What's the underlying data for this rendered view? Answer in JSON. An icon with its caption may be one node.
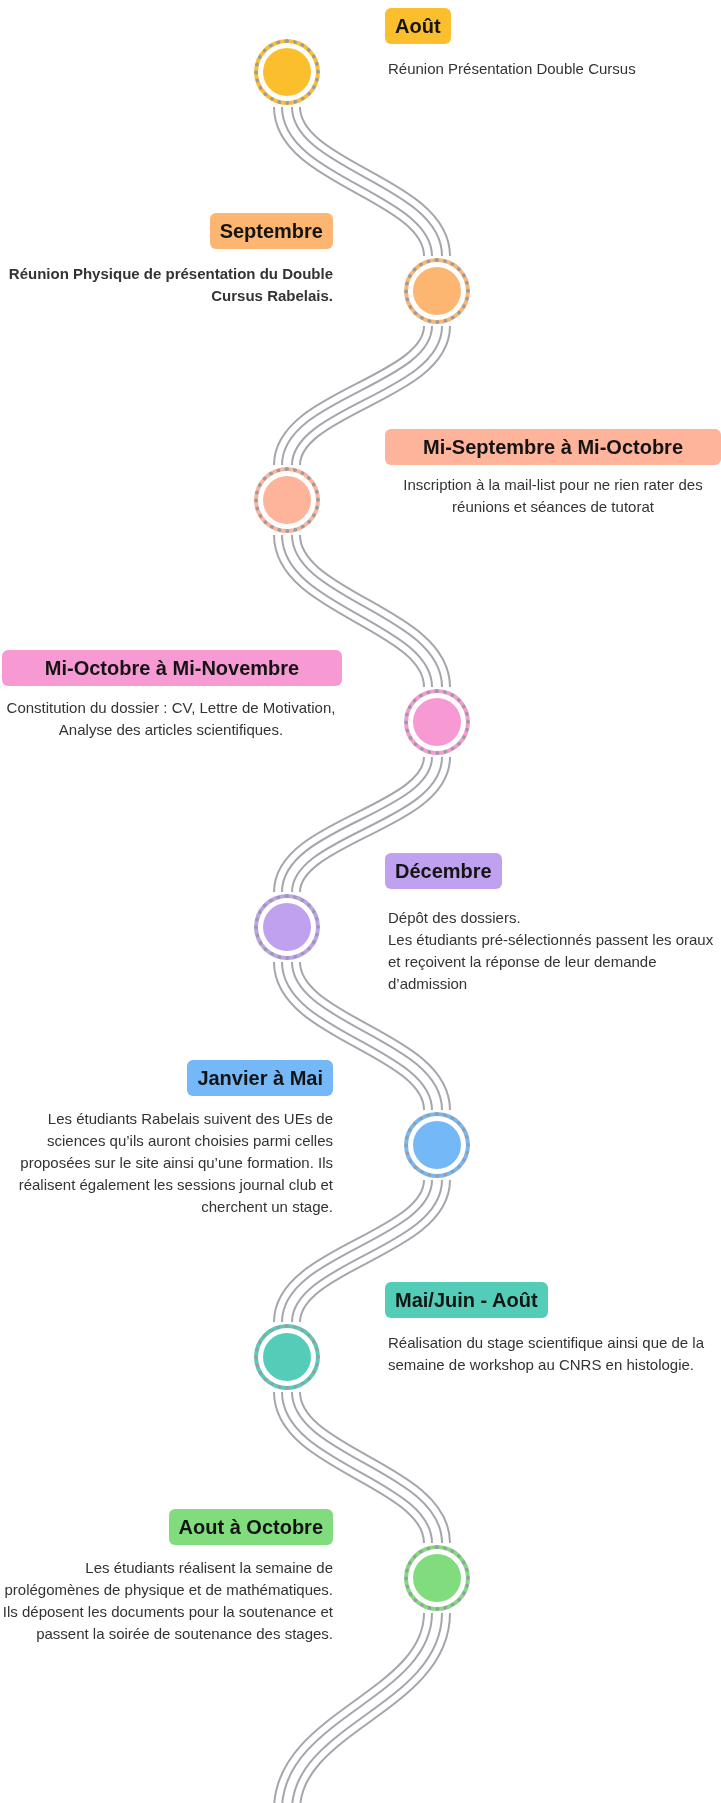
{
  "diagram": {
    "nodes": [
      {
        "text": [
          "Août"
        ],
        "beside": [
          "Réunion Présentation Double Cursus"
        ]
      },
      {
        "text": [],
        "shape": "circle"
      },
      {
        "text": [
          "Septembre"
        ],
        "beside": [
          "Réunion Physique de présentation du Double Cursus Rabelais."
        ]
      },
      {
        "text": [],
        "shape": "circle"
      },
      {
        "text": [
          "Mi-Septembre à Mi-Octobre"
        ],
        "beside": [
          "Inscription à la mail-list pour ne rien rater des réunions et séances de tutorat"
        ]
      },
      {
        "text": [],
        "shape": "circle"
      },
      {
        "text": [
          "Mi-Octobre à Mi-Novembre"
        ],
        "beside": [
          "Constitution du dossier : CV, Lettre de Motivation, Analyse des articles scientifiques."
        ]
      },
      {
        "text": [],
        "shape": "circle"
      },
      {
        "text": [
          "Décembre"
        ],
        "beside": [
          "Dépôt des dossiers.",
          "Les étudiants pré-sélectionnés passent les oraux et reçoivent la réponse de leur demande d’admission"
        ]
      },
      {
        "text": [],
        "shape": "circle"
      },
      {
        "text": [
          "Janvier à Mai"
        ],
        "beside": [
          "Les étudiants Rabelais suivent des UEs de sciences qu’ils auront choisies parmi celles proposées sur le site ainsi qu’une formation. Ils réalisent également les sessions journal club et cherchent un stage."
        ]
      },
      {
        "text": [],
        "shape": "circle"
      },
      {
        "text": [
          "Mai/Juin - Août"
        ],
        "beside": [
          "Réalisation du stage scientifique ainsi que de la semaine de workshop au CNRS en histologie."
        ]
      },
      {
        "text": [],
        "shape": "circle"
      },
      {
        "text": [
          "Aout à Octobre"
        ],
        "beside": [
          "Les étudiants réalisent la semaine de prolégomènes de physique et de mathématiques. Ils déposent les documents pour la soutenance et passent la soirée de soutenance des stages."
        ]
      },
      {
        "text": [],
        "shape": "circle"
      }
    ],
    "edges": [
      {
        "from": 1,
        "to": 3,
        "arrow": "none"
      },
      {
        "from": 3,
        "to": 5,
        "arrow": "none"
      },
      {
        "from": 5,
        "to": 7,
        "arrow": "none"
      },
      {
        "from": 7,
        "to": 9,
        "arrow": "none"
      },
      {
        "from": 9,
        "to": 11,
        "arrow": "none"
      },
      {
        "from": 11,
        "to": 13,
        "arrow": "none"
      },
      {
        "from": 13,
        "to": 15,
        "arrow": "none"
      },
      {
        "from": 15,
        "to": null,
        "arrow": "none"
      }
    ]
  }
}
